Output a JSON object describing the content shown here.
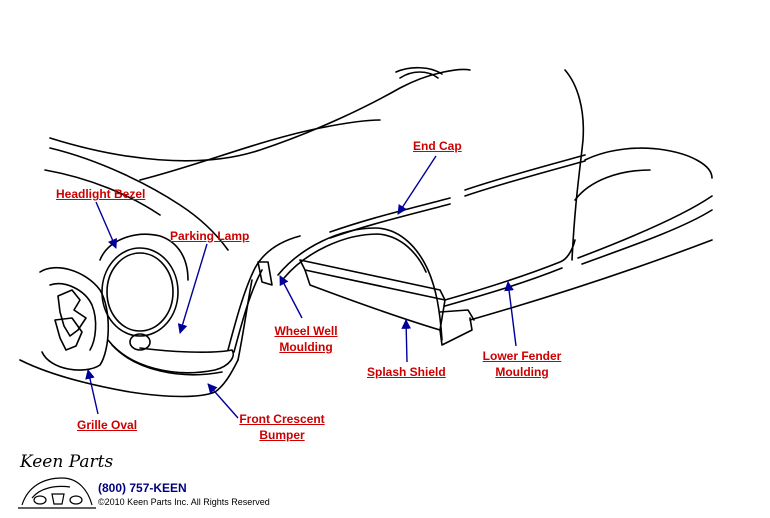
{
  "labels": {
    "end_cap": "End Cap",
    "headlight_bezel": "Headlight Bezel",
    "parking_lamp": "Parking Lamp",
    "wheel_well_moulding_line1": "Wheel Well",
    "wheel_well_moulding_line2": "Moulding",
    "splash_shield": "Splash Shield",
    "lower_fender_moulding_line1": "Lower Fender",
    "lower_fender_moulding_line2": "Moulding",
    "grille_oval": "Grille Oval",
    "front_crescent_bumper_line1": "Front Crescent",
    "front_crescent_bumper_line2": "Bumper"
  },
  "footer": {
    "logo_text": "Keen Parts",
    "phone": "(800) 757-KEEN",
    "copyright": "©2010 Keen Parts Inc. All Rights Reserved"
  },
  "colors": {
    "label": "#cc0000",
    "arrow": "#000099",
    "line_art": "#000000",
    "phone": "#000080"
  }
}
